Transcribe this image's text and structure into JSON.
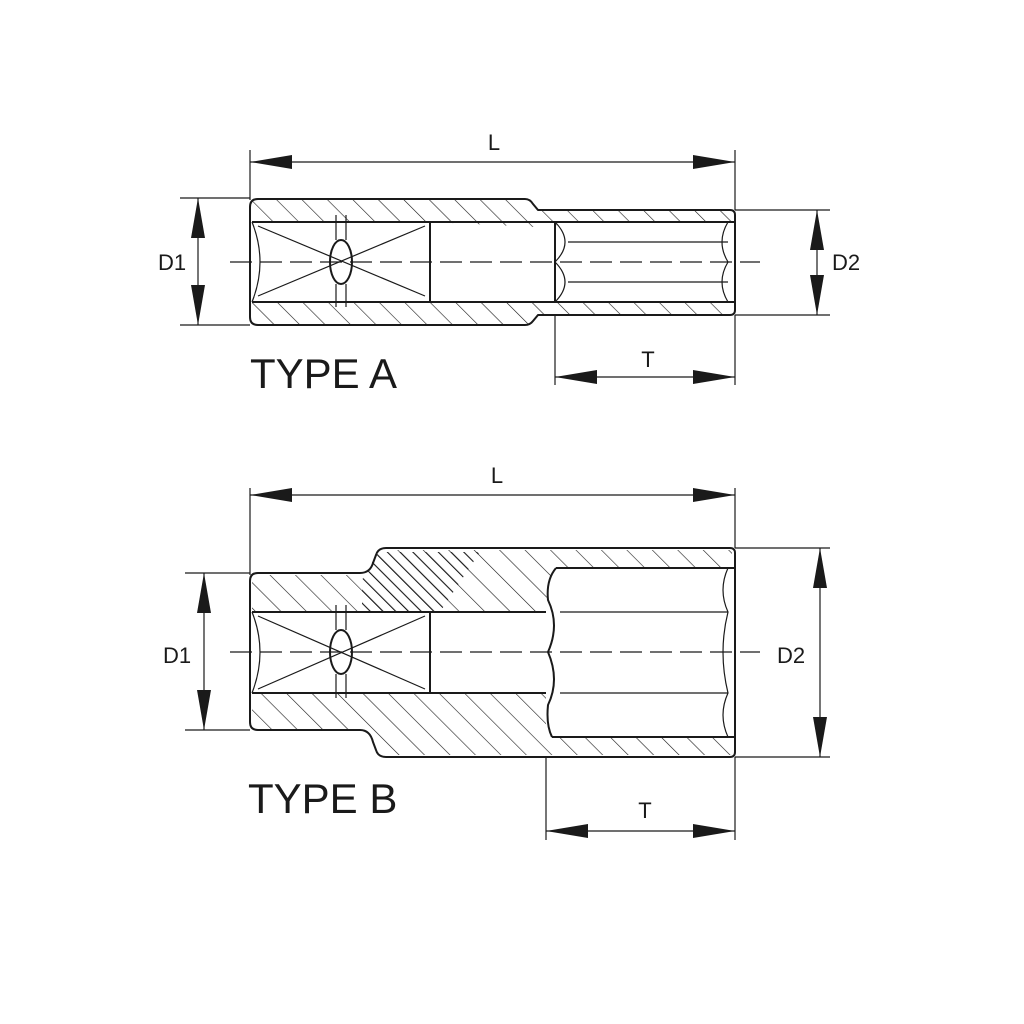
{
  "diagrams": [
    {
      "id": "type-a",
      "type_label": "TYPE A",
      "dimension_labels": {
        "length": "L",
        "drive_diameter": "D1",
        "tip_diameter": "D2",
        "tip_length": "T"
      }
    },
    {
      "id": "type-b",
      "type_label": "TYPE B",
      "dimension_labels": {
        "length": "L",
        "drive_diameter": "D1",
        "tip_diameter": "D2",
        "tip_length": "T"
      }
    }
  ]
}
